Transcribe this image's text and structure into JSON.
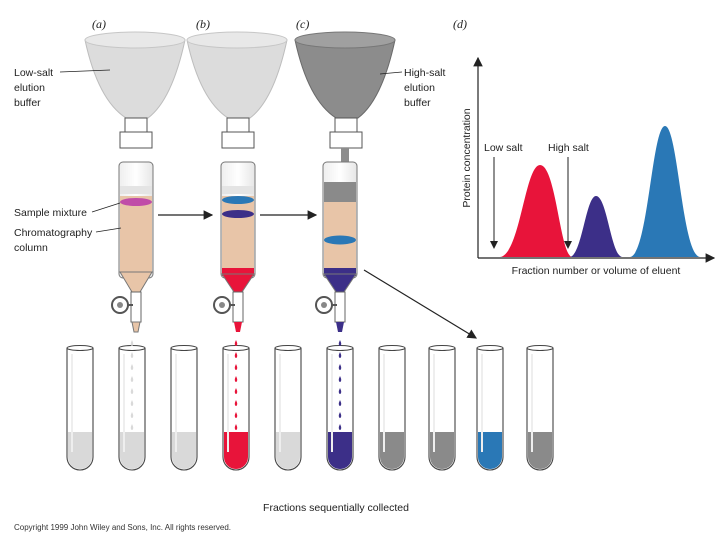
{
  "panels": {
    "a": "(a)",
    "b": "(b)",
    "c": "(c)",
    "d": "(d)"
  },
  "labels": {
    "low_salt_buffer": [
      "Low-salt",
      "elution",
      "buffer"
    ],
    "high_salt_buffer": [
      "High-salt",
      "elution",
      "buffer"
    ],
    "sample_mixture": "Sample mixture",
    "chromatography_column": [
      "Chromatography",
      "column"
    ],
    "fractions": "Fractions sequentially collected",
    "copyright": "Copyright 1999 John Wiley and Sons, Inc. All rights reserved."
  },
  "graph": {
    "ylabel": "Protein concentration",
    "xlabel": "Fraction number or volume of eluent",
    "low_salt": "Low salt",
    "high_salt": "High salt"
  },
  "colors": {
    "red": "#e8143a",
    "blue": "#2a78b6",
    "purple": "#3c2f88",
    "pink": "#c04ca8",
    "tan": "#e8c5a8",
    "gray_light": "#d9d9d9",
    "gray_dark": "#8a8a8a",
    "funnel_light": "#dcdcdc",
    "funnel_dark": "#8c8c8c"
  },
  "tubes": [
    {
      "fill": "gray_light",
      "drip": "none"
    },
    {
      "fill": "gray_light",
      "drip": "gray_light"
    },
    {
      "fill": "gray_light",
      "drip": "none"
    },
    {
      "fill": "red",
      "drip": "red"
    },
    {
      "fill": "gray_light",
      "drip": "none"
    },
    {
      "fill": "purple",
      "drip": "purple"
    },
    {
      "fill": "gray_dark",
      "drip": "none"
    },
    {
      "fill": "gray_dark",
      "drip": "none"
    },
    {
      "fill": "blue",
      "drip": "none"
    },
    {
      "fill": "gray_dark",
      "drip": "none"
    }
  ]
}
